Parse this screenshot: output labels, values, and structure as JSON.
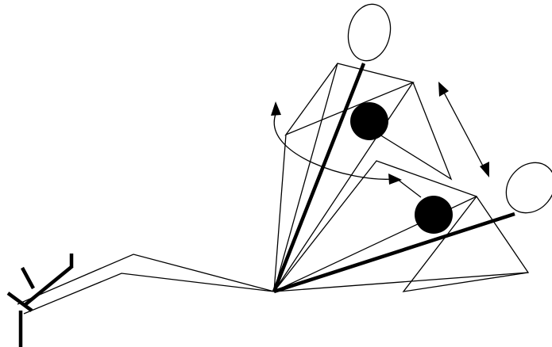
{
  "figure": {
    "elements": [
      "upper-figure",
      "lower-figure",
      "rotation-arrow",
      "extension-arrow",
      "legs",
      "feet"
    ],
    "colors": {
      "line": "#000000",
      "background": "#ffffff",
      "joint": "#000000"
    }
  }
}
